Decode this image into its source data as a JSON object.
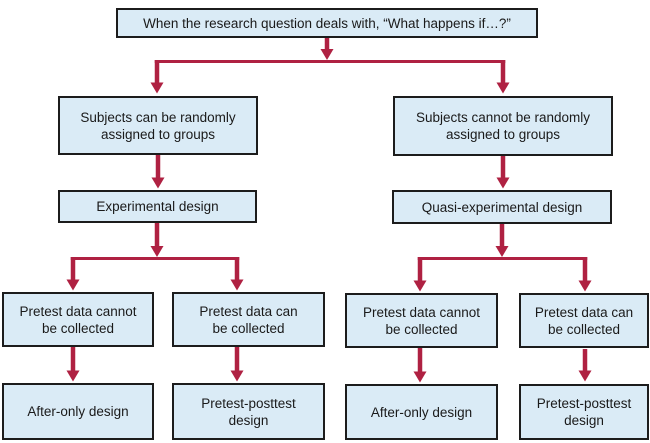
{
  "colors": {
    "arrow": "#af2142",
    "box_fill": "#daebf6",
    "box_border": "#1c1c1c",
    "text": "#1a1a1a",
    "background": "#ffffff"
  },
  "flowchart": {
    "root": "When the research question deals with, “What happens if…?”",
    "branches": [
      {
        "id": "experimental",
        "condition": "Subjects can be randomly\nassigned to groups",
        "design": "Experimental design",
        "leaves": [
          {
            "condition": "Pretest data cannot\nbe collected",
            "design": "After-only design"
          },
          {
            "condition": "Pretest data can\nbe collected",
            "design": "Pretest-posttest\ndesign"
          }
        ]
      },
      {
        "id": "quasi-experimental",
        "condition": "Subjects cannot be randomly\nassigned to groups",
        "design": "Quasi-experimental design",
        "leaves": [
          {
            "condition": "Pretest data cannot\nbe collected",
            "design": "After-only design"
          },
          {
            "condition": "Pretest data can\nbe collected",
            "design": "Pretest-posttest\ndesign"
          }
        ]
      }
    ]
  }
}
